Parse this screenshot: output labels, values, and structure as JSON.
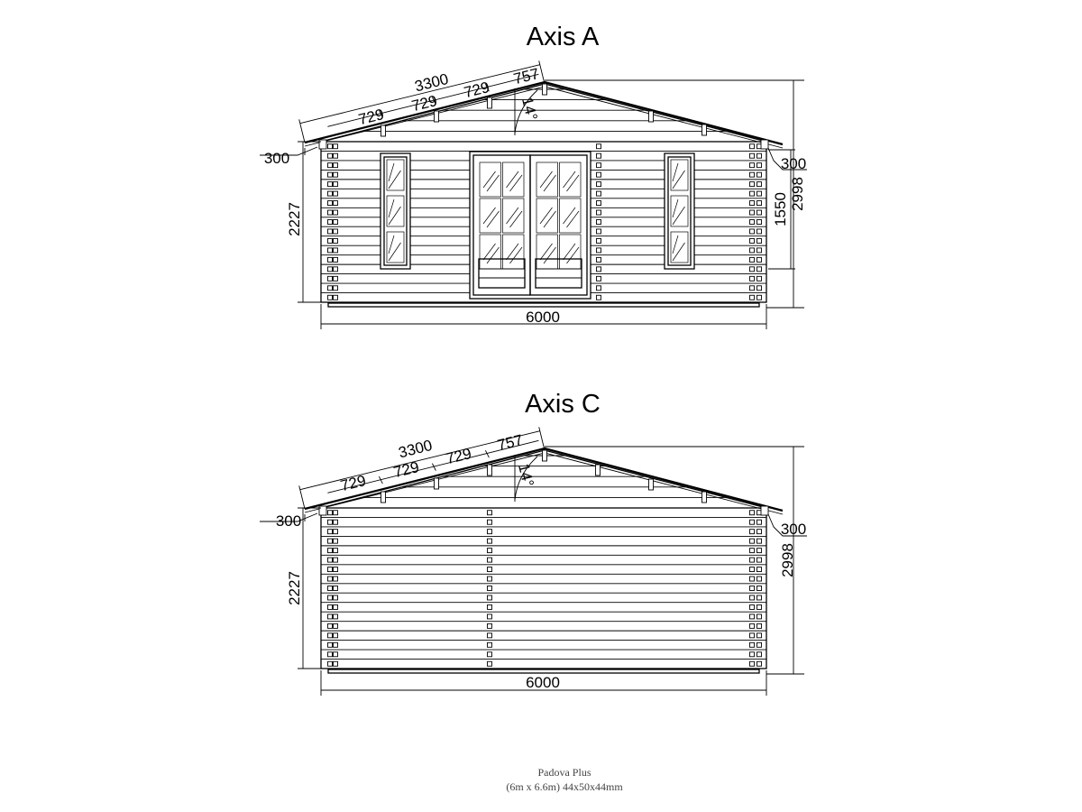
{
  "views": [
    {
      "id": "axis-a",
      "title": "Axis A",
      "has_openings": true,
      "dims": {
        "roof_total": "3300",
        "roof_segments": [
          "729",
          "729",
          "729",
          "757"
        ],
        "roof_angle": "14°",
        "overhang_left": "300",
        "overhang_right": "300",
        "wall_height": "2227",
        "total_height": "2998",
        "window_height": "1550",
        "width": "6000"
      }
    },
    {
      "id": "axis-c",
      "title": "Axis C",
      "has_openings": false,
      "dims": {
        "roof_total": "3300",
        "roof_segments": [
          "729",
          "729",
          "729",
          "757"
        ],
        "roof_angle": "14°",
        "overhang_left": "300",
        "overhang_right": "300",
        "wall_height": "2227",
        "total_height": "2998",
        "width": "6000"
      }
    }
  ],
  "caption": {
    "line1": "Padova Plus",
    "line2": "(6m x 6.6m) 44x50x44mm"
  }
}
